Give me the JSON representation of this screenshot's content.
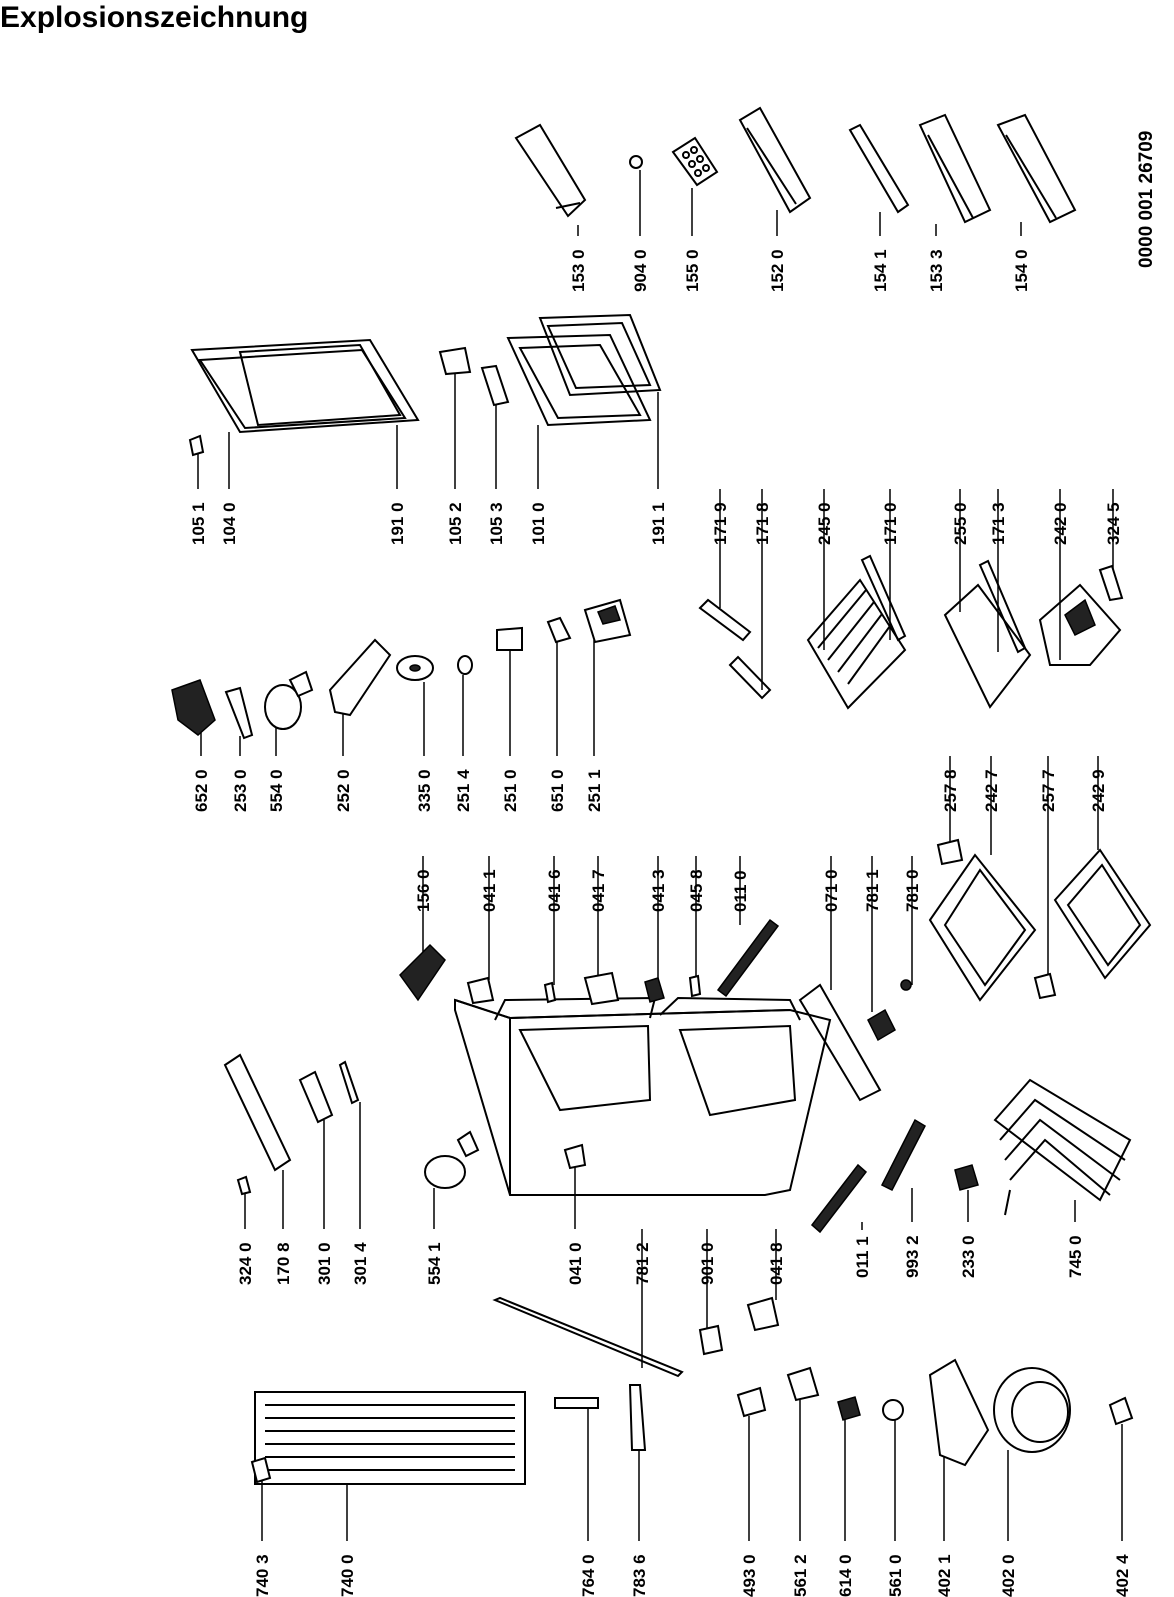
{
  "title": "Explosionszeichnung",
  "doc_number": "0000 001 26709",
  "part_labels": [
    "153 0",
    "904 0",
    "155 0",
    "152 0",
    "154 1",
    "153 3",
    "154 0",
    "105 1",
    "104 0",
    "191 0",
    "105 2",
    "105 3",
    "101 0",
    "191 1",
    "171 9",
    "171 8",
    "245 0",
    "171 0",
    "255 0",
    "171 3",
    "242 0",
    "324 5",
    "652 0",
    "253 0",
    "554 0",
    "252 0",
    "335 0",
    "251 4",
    "251 0",
    "651 0",
    "251 1",
    "257 8",
    "242 7",
    "257 7",
    "242 9",
    "156 0",
    "041 1",
    "041 6",
    "041 7",
    "041 3",
    "045 8",
    "011 0",
    "071 0",
    "781 1",
    "781 0",
    "324 0",
    "170 8",
    "301 0",
    "301 4",
    "554 1",
    "041 0",
    "781 2",
    "901 0",
    "041 8",
    "011 1",
    "993 2",
    "233 0",
    "745 0",
    "740 3",
    "740 0",
    "764 0",
    "783 6",
    "493 0",
    "561 2",
    "614 0",
    "561 0",
    "402 1",
    "402 0",
    "402 4"
  ]
}
